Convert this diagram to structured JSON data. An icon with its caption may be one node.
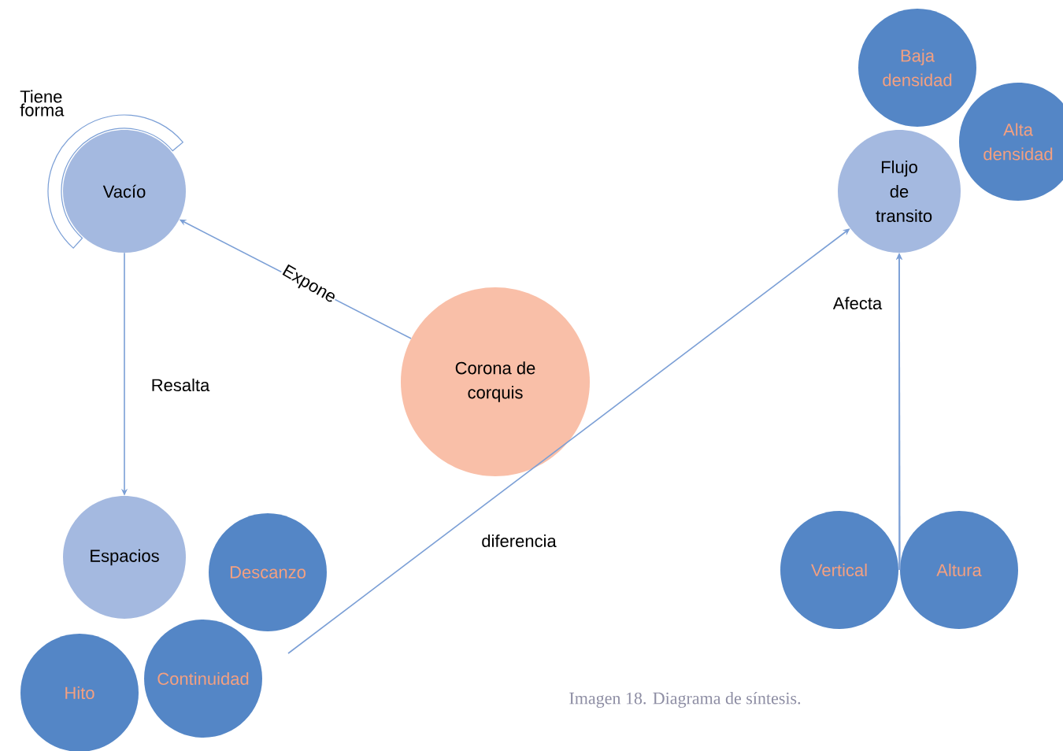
{
  "diagram": {
    "caption": "Imagen 18. Diagrama de síntesis.",
    "nodes": [
      {
        "text": [
          "Vacío"
        ]
      },
      {
        "text": [
          "Corona de corquis"
        ]
      },
      {
        "text": [
          "Flujo de transito"
        ]
      },
      {
        "text": [
          "Baja densidad"
        ]
      },
      {
        "text": [
          "Alta densidad"
        ]
      },
      {
        "text": [
          "Espacios"
        ]
      },
      {
        "text": [
          "Descanzo"
        ]
      },
      {
        "text": [
          "Hito"
        ]
      },
      {
        "text": [
          "Continuidad"
        ]
      },
      {
        "text": [
          "Vertical"
        ]
      },
      {
        "text": [
          "Altura"
        ]
      }
    ],
    "edges": [
      {
        "from": 1,
        "to": 0,
        "arrow": "to",
        "label": "Expone"
      },
      {
        "from": 0,
        "to": 5,
        "arrow": "to",
        "label": "Resalta"
      },
      {
        "from": null,
        "to": 2,
        "arrow": "to",
        "label": "diferencia"
      },
      {
        "from": 9,
        "to": 2,
        "arrow": "to",
        "label": "Afecta"
      },
      {
        "from": 10,
        "to": 2,
        "arrow": "to"
      },
      {
        "from": 0,
        "to": 0,
        "arrow": "none",
        "label": "Tiene forma"
      }
    ]
  }
}
